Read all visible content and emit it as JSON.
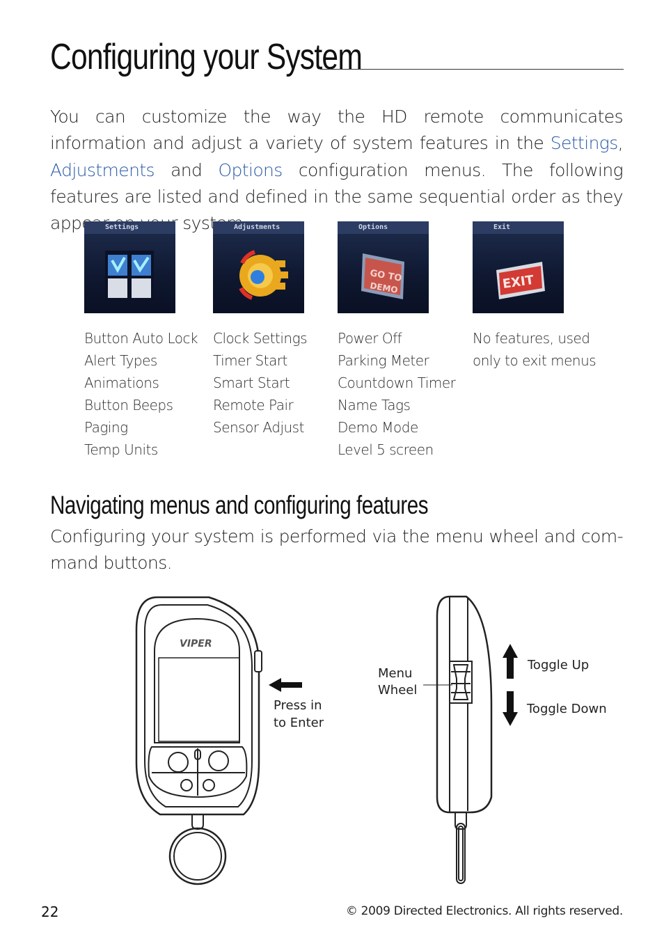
{
  "page": {
    "title": "Configuring your System",
    "intro": {
      "part1": "You can customize the way the HD remote communicates information and adjust a variety of system features in the ",
      "link_settings": "Settings",
      "sep1": ", ",
      "link_adjustments": "Adjustments",
      "sep2": " and ",
      "link_options": "Options",
      "part2": " configuration menus. The following features are listed and defined in the same sequential order as they appear on your system."
    },
    "menus": [
      {
        "tab_label": "Settings",
        "icon": "settings-icon",
        "features": [
          "Button Auto Lock",
          "Alert Types",
          "Animations",
          "Button Beeps",
          "Paging",
          "Temp Units"
        ]
      },
      {
        "tab_label": "Adjustments",
        "icon": "adjustments-icon",
        "features": [
          "Clock Settings",
          "Timer Start",
          "Smart Start",
          "Remote Pair",
          "Sensor Adjust"
        ]
      },
      {
        "tab_label": "Options",
        "icon": "options-icon",
        "features": [
          "Power Off",
          "Parking Meter",
          "Countdown Timer",
          "Name Tags",
          "Demo Mode",
          "Level 5 screen"
        ]
      },
      {
        "tab_label": "Exit",
        "icon": "exit-icon",
        "features": [
          "No features, used",
          "only to exit menus"
        ]
      }
    ],
    "section2": {
      "heading": "Navigating menus and configuring features",
      "body": "Configuring your system is performed via the menu wheel and com-mand buttons."
    },
    "diagram": {
      "brand": "VIPER",
      "press_label_1": "Press in",
      "press_label_2": "to Enter",
      "menu_label_1": "Menu",
      "menu_label_2": "Wheel",
      "toggle_up": "Toggle Up",
      "toggle_down": "Toggle Down",
      "icon_sign_1": "GO TO",
      "icon_sign_2": "DEMO",
      "icon_exit": "EXIT"
    },
    "footer": {
      "page_number": "22",
      "copyright": "© 2009 Directed Electronics. All rights reserved."
    },
    "colors": {
      "link": "#2a5aa8",
      "icon_bg": "#0f1830",
      "icon_tab": "#2c3c63"
    }
  }
}
